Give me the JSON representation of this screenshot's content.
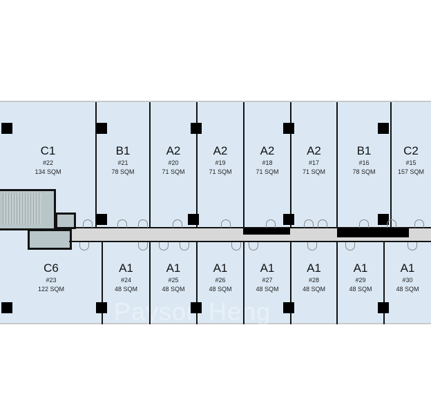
{
  "watermark": "Payson Heng",
  "colors": {
    "unit_fill": "#dbe8f4",
    "corridor": "#d8d8d8",
    "wall": "#111111",
    "core": "#b9c6c9"
  },
  "top_units": [
    {
      "type": "C1",
      "num": "#22",
      "area": "134 SQM"
    },
    {
      "type": "B1",
      "num": "#21",
      "area": "78 SQM"
    },
    {
      "type": "A2",
      "num": "#20",
      "area": "71 SQM"
    },
    {
      "type": "A2",
      "num": "#19",
      "area": "71 SQM"
    },
    {
      "type": "A2",
      "num": "#18",
      "area": "71 SQM"
    },
    {
      "type": "A2",
      "num": "#17",
      "area": "71 SQM"
    },
    {
      "type": "B1",
      "num": "#16",
      "area": "78 SQM"
    },
    {
      "type": "C2",
      "num": "#15",
      "area": "157 SQM"
    }
  ],
  "bottom_units": [
    {
      "type": "C6",
      "num": "#23",
      "area": "122 SQM"
    },
    {
      "type": "A1",
      "num": "#24",
      "area": "48 SQM"
    },
    {
      "type": "A1",
      "num": "#25",
      "area": "48 SQM"
    },
    {
      "type": "A1",
      "num": "#26",
      "area": "48 SQM"
    },
    {
      "type": "A1",
      "num": "#27",
      "area": "48 SQM"
    },
    {
      "type": "A1",
      "num": "#28",
      "area": "48 SQM"
    },
    {
      "type": "A1",
      "num": "#29",
      "area": "48 SQM"
    },
    {
      "type": "A1",
      "num": "#30",
      "area": "48 SQM"
    }
  ]
}
